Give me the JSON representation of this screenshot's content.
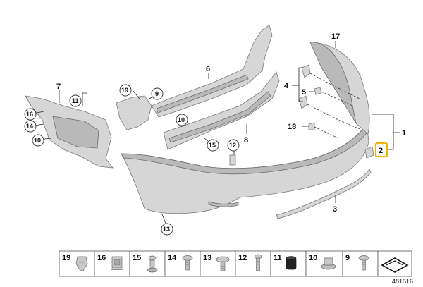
{
  "callouts": {
    "c1": "1",
    "c2": "2",
    "c3": "3",
    "c4": "4",
    "c5": "5",
    "c6": "6",
    "c7": "7",
    "c8": "8",
    "c9": "9",
    "c10a": "10",
    "c10b": "10",
    "c11": "11",
    "c12": "12",
    "c13": "13",
    "c14": "14",
    "c15": "15",
    "c16": "16",
    "c17": "17",
    "c18": "18",
    "c19": "19"
  },
  "parts_strip": {
    "labels": [
      "19",
      "16",
      "15",
      "14",
      "13",
      "12",
      "11",
      "10",
      "9"
    ]
  },
  "diagram_id": "481516",
  "colors": {
    "highlight": "#f0b400",
    "part_fill": "#d6d6d6",
    "part_stroke": "#7a7a7a"
  }
}
